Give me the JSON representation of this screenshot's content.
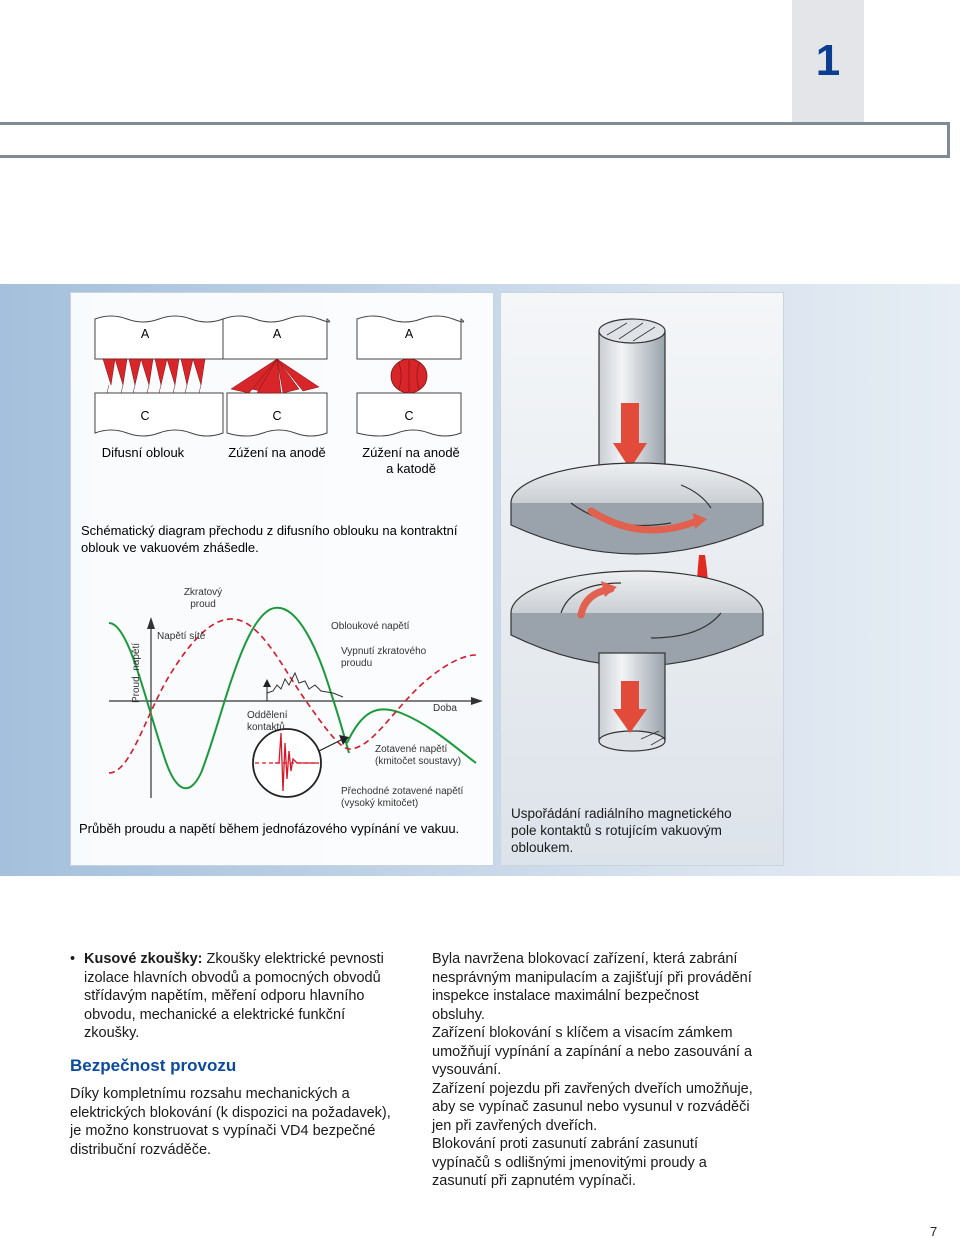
{
  "chapter_number": "1",
  "page_number": "7",
  "figure_arc": {
    "anode_label": "A",
    "cathode_label": "C",
    "labels": [
      "Difusní oblouk",
      "Zúžení na anodě",
      "Zúžení na anodě",
      "a katodě"
    ],
    "caption_line1": "Schématický diagram přechodu z difusního oblouku na kontraktní",
    "caption_line2": "oblouk ve vakuovém zhášedle."
  },
  "figure_wave": {
    "axis_y": "Proud, napětí",
    "axis_x": "Doba",
    "label_short_current_1": "Zkratový",
    "label_short_current_2": "proud",
    "label_grid_voltage": "Napětí sítě",
    "label_arc_voltage": "Obloukové napětí",
    "label_interrupt_1": "Vypnutí zkratového",
    "label_interrupt_2": "proudu",
    "label_separation_1": "Oddělení",
    "label_separation_2": "kontaktů",
    "label_recovery_1": "Zotavené napětí",
    "label_recovery_2": "(kmitočet soustavy)",
    "label_transient_1": "Přechodné zotavené napětí",
    "label_transient_2": "(vysoký kmitočet)",
    "caption": "Průběh proudu a napětí během jednofázového vypínání ve vakuu."
  },
  "figure_contact": {
    "caption_1": "Uspořádání radiálního magnetického",
    "caption_2": "pole kontaktů s rotujícím vakuovým",
    "caption_3": "obloukem."
  },
  "left_column": {
    "bullet_bold": "Kusové zkoušky:",
    "bullet_lines": [
      " Zkoušky elektrické pevnosti",
      "izolace hlavních obvodů a pomocných obvodů",
      "střídavým napětím, měření odporu hlavního",
      "obvodu, mechanické a elektrické funkční",
      "zkoušky."
    ],
    "heading": "Bezpečnost provozu",
    "para_lines": [
      "Díky kompletnímu rozsahu mechanických a",
      "elektrických blokování (k dispozici na požadavek),",
      "je možno konstruovat s vypínači VD4 bezpečné",
      "distribuční rozváděče."
    ]
  },
  "right_column": {
    "lines": [
      "Byla navržena blokovací zařízení, která zabrání",
      "nesprávným manipulacím a zajišťují při provádění",
      "inspekce instalace maximální bezpečnost",
      "obsluhy.",
      "Zařízení blokování s klíčem a visacím zámkem",
      "umožňují vypínání a zapínání a nebo zasouvání a",
      "vysouvání.",
      "Zařízení pojezdu při zavřených dveřích umožňuje,",
      "aby se vypínač zasunul nebo vysunul v rozváděči",
      "jen při zavřených dveřích.",
      "Blokování proti zasunutí zabrání zasunutí",
      "vypínačů s odlišnými jmenovitými proudy a",
      "zasunutí při zapnutém vypínači."
    ]
  },
  "colors": {
    "accent_blue": "#0b4aa0",
    "arc_red": "#e03a2a",
    "wave_green": "#1a9a3a",
    "wave_red": "#d8182a"
  }
}
